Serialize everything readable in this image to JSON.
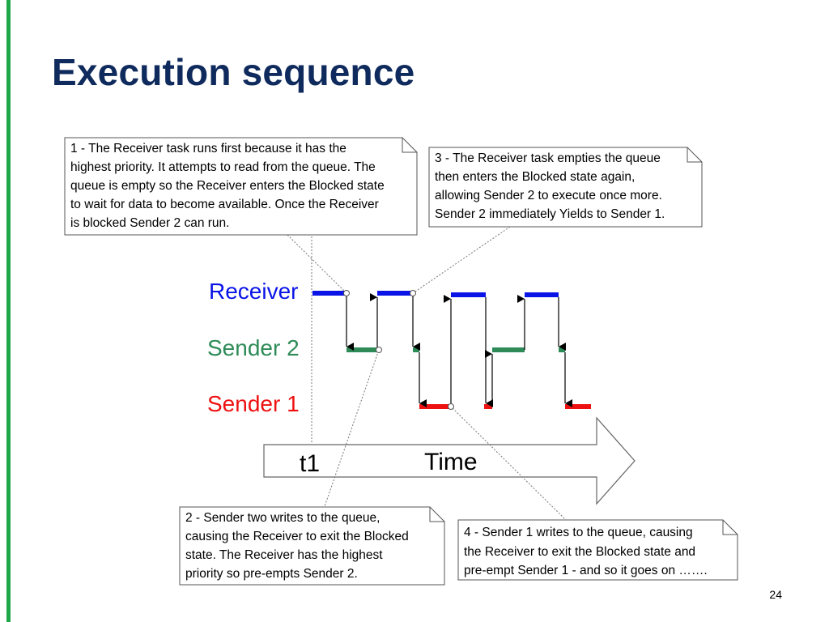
{
  "slide": {
    "title": "Execution sequence",
    "page_number": "24",
    "accent_color": "#1fa84a",
    "title_color": "#0f2a5c"
  },
  "lanes": [
    {
      "label": "Receiver",
      "color": "#0a14e6"
    },
    {
      "label": "Sender 2",
      "color": "#2e8b57"
    },
    {
      "label": "Sender 1",
      "color": "#ee1111"
    }
  ],
  "time_axis": {
    "marker_label": "t1",
    "axis_label": "Time"
  },
  "notes": [
    {
      "id": "note-1",
      "lines": [
        "1 - The Receiver task runs first because it has the",
        "highest priority.  It attempts to read from the queue.  The",
        "queue is empty so the Receiver enters the Blocked state",
        "to wait for data to become available.  Once the Receiver",
        "is blocked Sender 2 can run."
      ]
    },
    {
      "id": "note-3",
      "lines": [
        "3 - The Receiver task empties the queue",
        "then enters the Blocked state again,",
        "allowing Sender 2 to execute once more.",
        "Sender 2 immediately Yields to Sender 1."
      ]
    },
    {
      "id": "note-2",
      "lines": [
        "2 - Sender two writes to the queue,",
        "causing the Receiver to exit the Blocked",
        "state.  The Receiver has the highest",
        "priority so pre-empts Sender 2."
      ]
    },
    {
      "id": "note-4",
      "lines": [
        "4 - Sender 1 writes to the queue, causing",
        "the Receiver to exit the Blocked state and",
        "pre-empt Sender 1 - and so it goes on ……."
      ]
    }
  ]
}
